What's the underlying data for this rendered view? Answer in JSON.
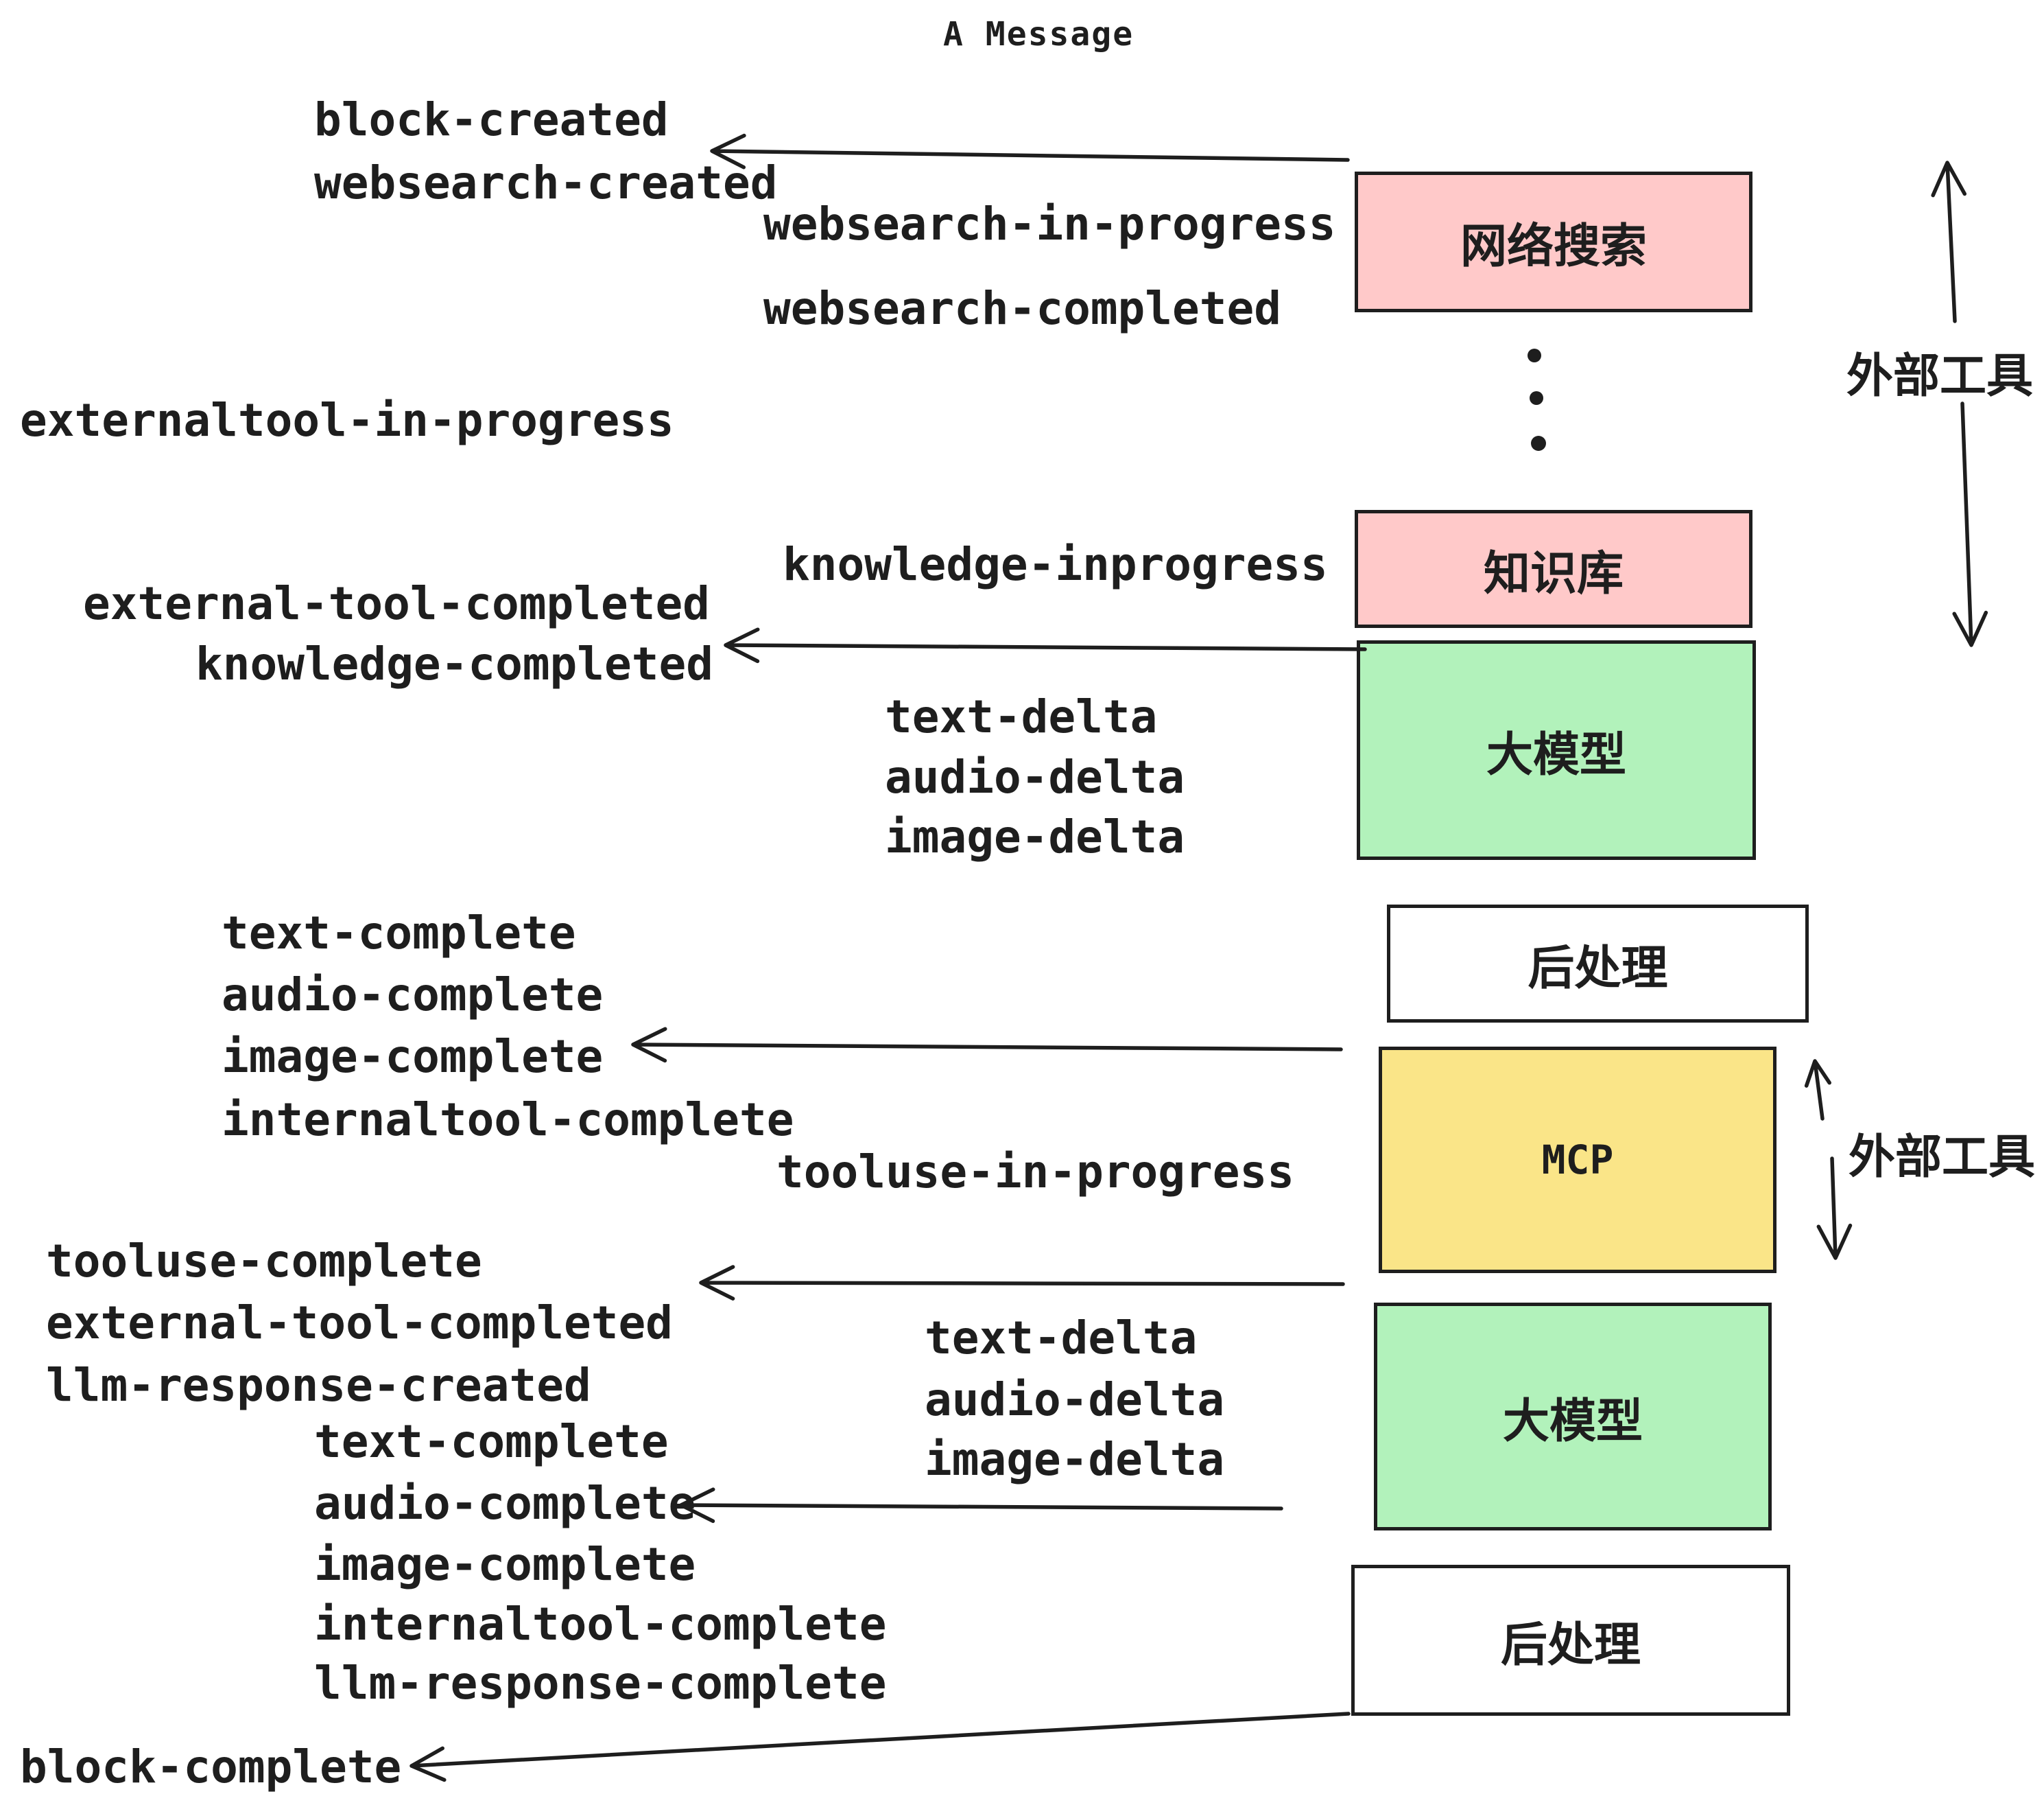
{
  "title": "A Message",
  "colors": {
    "stroke": "#1e1e1e",
    "pink": "#ffc9c9",
    "green": "#b2f2bb",
    "yellow": "#fae588",
    "white": "#ffffff"
  },
  "boxes": [
    {
      "id": "websearch",
      "label": "网络搜索",
      "fill": "#ffc9c9"
    },
    {
      "id": "knowledge",
      "label": "知识库",
      "fill": "#ffc9c9"
    },
    {
      "id": "llm-1",
      "label": "大模型",
      "fill": "#b2f2bb"
    },
    {
      "id": "post-1",
      "label": "后处理",
      "fill": "#ffffff"
    },
    {
      "id": "mcp",
      "label": "MCP",
      "fill": "#fae588"
    },
    {
      "id": "llm-2",
      "label": "大模型",
      "fill": "#b2f2bb"
    },
    {
      "id": "post-2",
      "label": "后处理",
      "fill": "#ffffff"
    }
  ],
  "side_labels": [
    {
      "text": "外部工具"
    },
    {
      "text": "外部工具"
    }
  ],
  "events": [
    {
      "id": "block-created",
      "text": "block-created"
    },
    {
      "id": "websearch-created",
      "text": "websearch-created"
    },
    {
      "id": "websearch-in-progress",
      "text": "websearch-in-progress"
    },
    {
      "id": "websearch-completed",
      "text": "websearch-completed"
    },
    {
      "id": "externaltool-in-progress",
      "text": "externaltool-in-progress"
    },
    {
      "id": "knowledge-inprogress",
      "text": "knowledge-inprogress"
    },
    {
      "id": "external-tool-completed",
      "text": "external-tool-completed"
    },
    {
      "id": "knowledge-completed",
      "text": "knowledge-completed"
    },
    {
      "id": "text-delta-1",
      "text": "text-delta"
    },
    {
      "id": "audio-delta-1",
      "text": "audio-delta"
    },
    {
      "id": "image-delta-1",
      "text": "image-delta"
    },
    {
      "id": "text-complete-1",
      "text": "text-complete"
    },
    {
      "id": "audio-complete-1",
      "text": "audio-complete"
    },
    {
      "id": "image-complete-1",
      "text": "image-complete"
    },
    {
      "id": "internaltool-complete-1",
      "text": "internaltool-complete"
    },
    {
      "id": "tooluse-in-progress",
      "text": "tooluse-in-progress"
    },
    {
      "id": "tooluse-complete",
      "text": "tooluse-complete"
    },
    {
      "id": "external-tool-completed-2",
      "text": "external-tool-completed"
    },
    {
      "id": "llm-response-created",
      "text": "llm-response-created"
    },
    {
      "id": "text-delta-2",
      "text": "text-delta"
    },
    {
      "id": "audio-delta-2",
      "text": "audio-delta"
    },
    {
      "id": "image-delta-2",
      "text": "image-delta"
    },
    {
      "id": "text-complete-2",
      "text": "text-complete"
    },
    {
      "id": "audio-complete-2",
      "text": "audio-complete"
    },
    {
      "id": "image-complete-2",
      "text": "image-complete"
    },
    {
      "id": "internaltool-complete-2",
      "text": "internaltool-complete"
    },
    {
      "id": "llm-response-complete",
      "text": "llm-response-complete"
    },
    {
      "id": "block-complete",
      "text": "block-complete"
    }
  ]
}
